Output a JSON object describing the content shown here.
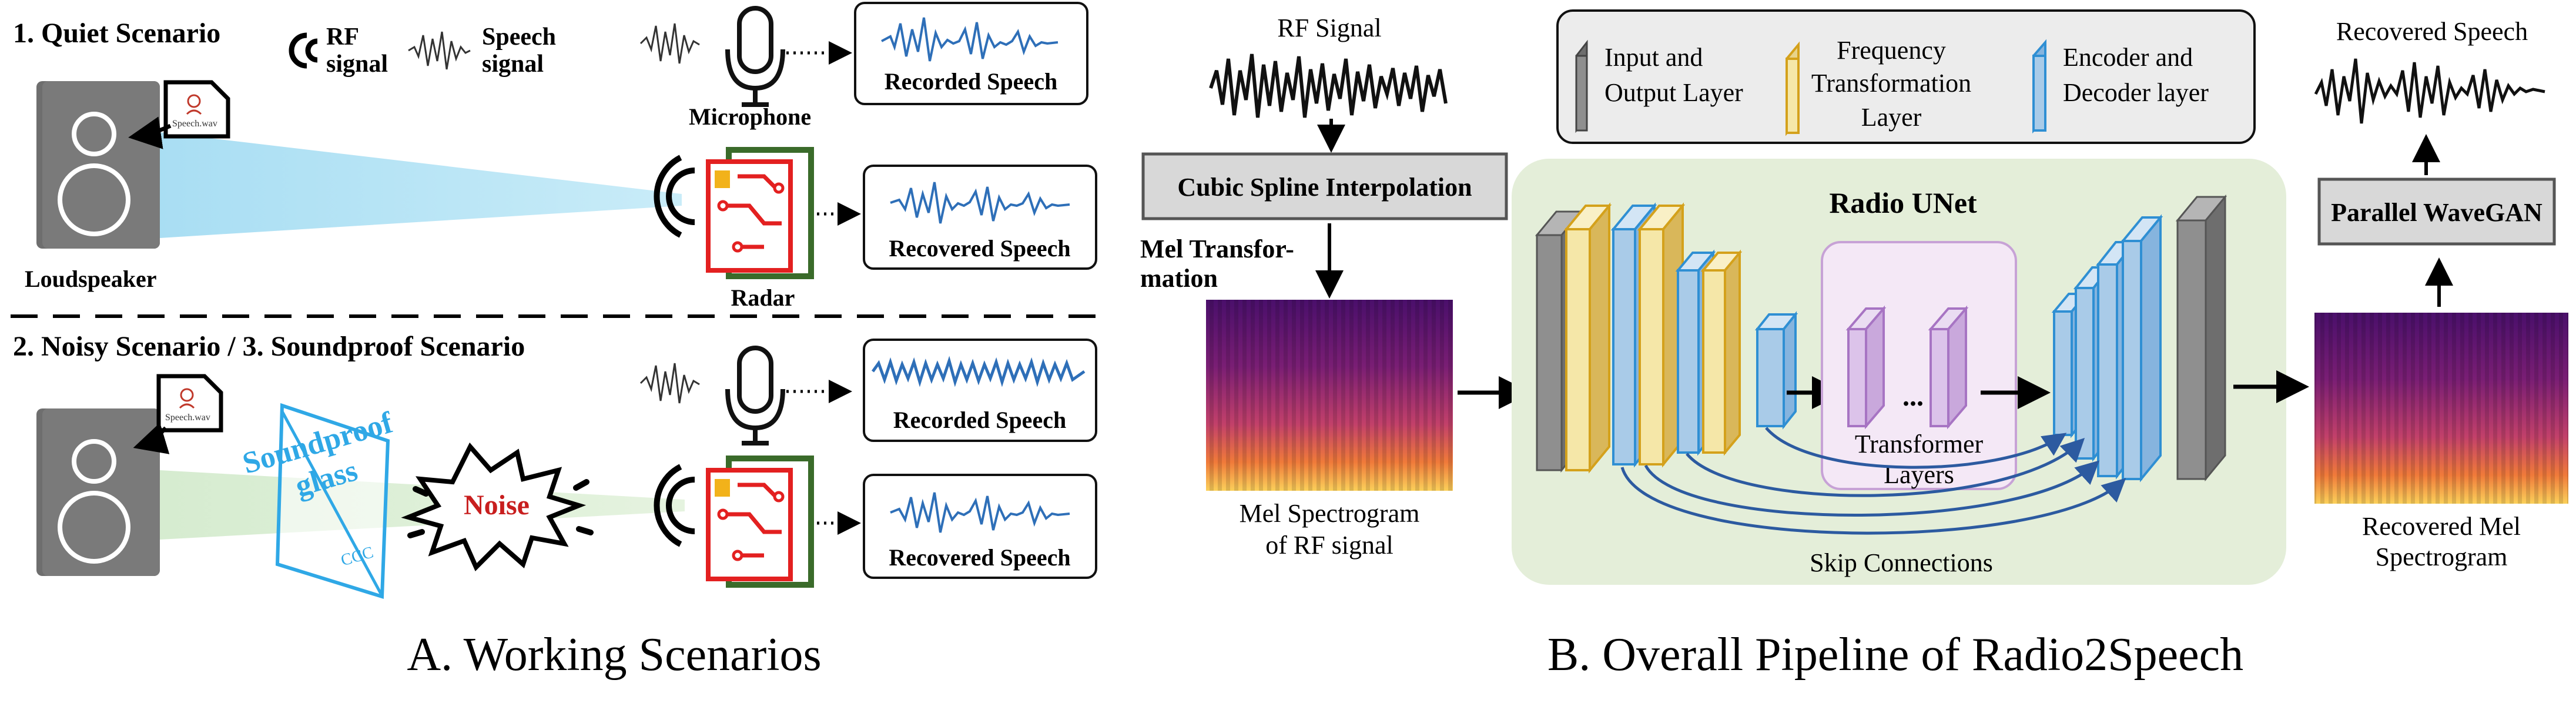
{
  "left_panel": {
    "caption": "A. Working Scenarios",
    "quiet": {
      "title": "1. Quiet Scenario",
      "legend_rf": [
        "RF",
        "signal"
      ],
      "legend_speech": [
        "Speech",
        "signal"
      ],
      "microphone_label": "Microphone",
      "radar_label": "Radar",
      "loudspeaker_label": "Loudspeaker",
      "speech_file_label": "Speech.wav",
      "recorded_label": "Recorded Speech",
      "recovered_label": "Recovered Speech"
    },
    "noisy": {
      "title": "2. Noisy Scenario / 3. Soundproof Scenario",
      "glass_label": [
        "Soundproof",
        "glass"
      ],
      "glass_mark": "CCC",
      "noise_label": "Noise",
      "speech_file_label": "Speech.wav",
      "recorded_label": "Recorded Speech",
      "recovered_label": "Recovered Speech"
    }
  },
  "right_panel": {
    "caption": "B. Overall Pipeline of Radio2Speech",
    "rf_signal_label": "RF Signal",
    "cubic_label": "Cubic Spline Interpolation",
    "mel_transform_label": [
      "Mel Transfor-",
      "mation"
    ],
    "mel_rf_label": [
      "Mel Spectrogram",
      "of RF signal"
    ],
    "legend": {
      "io": [
        "Input and",
        "Output Layer"
      ],
      "freq": [
        "Frequency",
        "Transformation",
        "Layer"
      ],
      "encdec": [
        "Encoder and",
        "Decoder layer"
      ]
    },
    "unet_title": "Radio UNet",
    "ellipsis": "...",
    "transformer_label": [
      "Transformer",
      "Layers"
    ],
    "skip_label": "Skip Connections",
    "recovered_speech_label": "Recovered Speech",
    "wavegan_label": "Parallel WaveGAN",
    "recovered_mel_label": [
      "Recovered Mel",
      "Spectrogram"
    ]
  },
  "colors": {
    "io_layer": "#8f8f8f",
    "freq_layer": "#f5e7a8",
    "freq_border": "#d4a11b",
    "encdec_layer": "#a9cbe8",
    "encdec_border": "#2f8fd3",
    "transformer_fill": "#f4e8f6",
    "transformer_border": "#c7a2d6",
    "unet_bg": "#e4eed9",
    "radar_red": "#e32020",
    "radar_green": "#3a6b2a",
    "wave_blue": "#2e6fb8",
    "glass_blue": "#2fa8e6",
    "noise_red": "#c81e1e"
  }
}
